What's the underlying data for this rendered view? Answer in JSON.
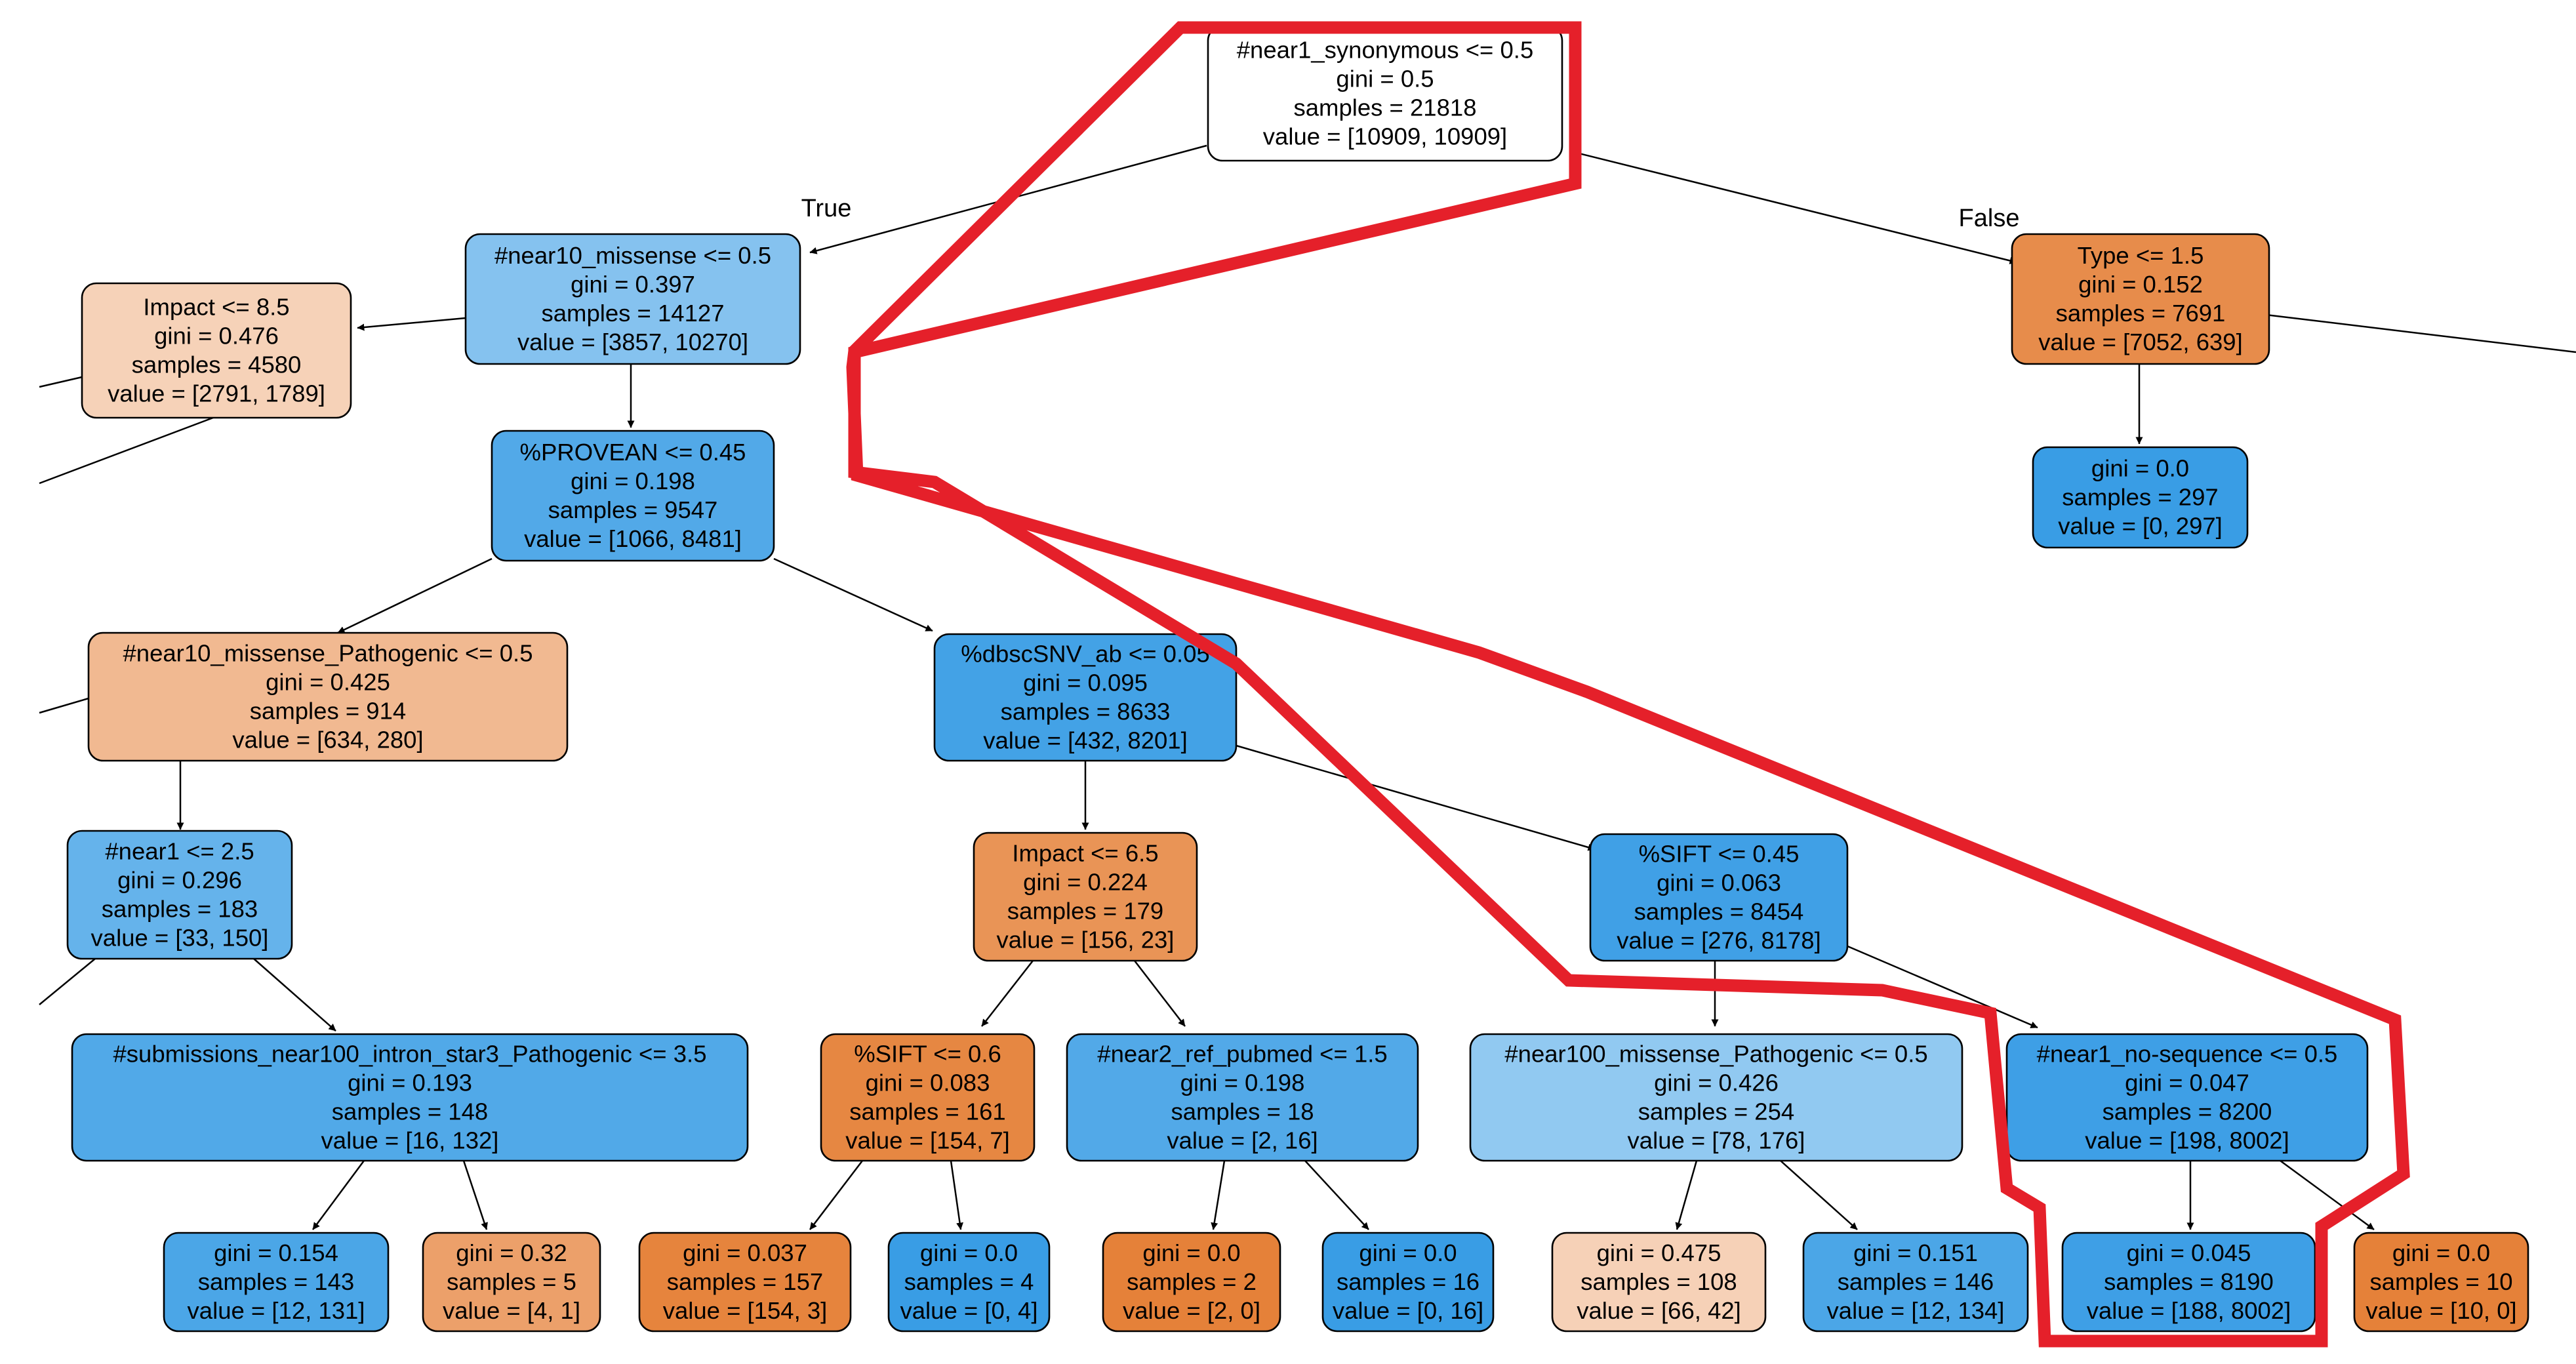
{
  "nodes": [
    {
      "id": "root",
      "lines": [
        "#near1_synonymous <= 0.5",
        "gini = 0.5",
        "samples = 21818",
        "value = [10909, 10909]"
      ],
      "fill": "#ffffff"
    },
    {
      "id": "n_near10_missense",
      "lines": [
        "#near10_missense <= 0.5",
        "gini = 0.397",
        "samples = 14127",
        "value = [3857, 10270]"
      ],
      "fill": "#85c2ef"
    },
    {
      "id": "n_type",
      "lines": [
        "Type <= 1.5",
        "gini = 0.152",
        "samples = 7691",
        "value = [7052, 639]"
      ],
      "fill": "#e78c4b"
    },
    {
      "id": "n_impact_85",
      "lines": [
        "Impact <= 8.5",
        "gini = 0.476",
        "samples = 4580",
        "value = [2791, 1789]"
      ],
      "fill": "#f6d2b8"
    },
    {
      "id": "n_provean",
      "lines": [
        "%PROVEAN <= 0.45",
        "gini = 0.198",
        "samples = 9547",
        "value = [1066, 8481]"
      ],
      "fill": "#52a9e8"
    },
    {
      "id": "n_type_leaf",
      "lines": [
        "gini = 0.0",
        "samples = 297",
        "value = [0, 297]"
      ],
      "fill": "#399de5"
    },
    {
      "id": "n_near10_missense_path",
      "lines": [
        "#near10_missense_Pathogenic <= 0.5",
        "gini = 0.425",
        "samples = 914",
        "value = [634, 280]"
      ],
      "fill": "#f1b991"
    },
    {
      "id": "n_dbscsnv",
      "lines": [
        "%dbscSNV_ab <= 0.05",
        "gini = 0.095",
        "samples = 8633",
        "value = [432, 8201]"
      ],
      "fill": "#43a2e6"
    },
    {
      "id": "n_near1",
      "lines": [
        "#near1 <= 2.5",
        "gini = 0.296",
        "samples = 183",
        "value = [33, 150]"
      ],
      "fill": "#65b3eb"
    },
    {
      "id": "n_impact_65",
      "lines": [
        "Impact <= 6.5",
        "gini = 0.224",
        "samples = 179",
        "value = [156, 23]"
      ],
      "fill": "#e99456"
    },
    {
      "id": "n_sift_045",
      "lines": [
        "%SIFT <= 0.45",
        "gini = 0.063",
        "samples = 8454",
        "value = [276, 8178]"
      ],
      "fill": "#40a0e6"
    },
    {
      "id": "n_submissions",
      "lines": [
        "#submissions_near100_intron_star3_Pathogenic <= 3.5",
        "gini = 0.193",
        "samples = 148",
        "value = [16, 132]"
      ],
      "fill": "#51a9e8"
    },
    {
      "id": "n_sift_06",
      "lines": [
        "%SIFT <= 0.6",
        "gini = 0.083",
        "samples = 161",
        "value = [154, 7]"
      ],
      "fill": "#e68742"
    },
    {
      "id": "n_near2_ref",
      "lines": [
        "#near2_ref_pubmed <= 1.5",
        "gini = 0.198",
        "samples = 18",
        "value = [2, 16]"
      ],
      "fill": "#52a9e8"
    },
    {
      "id": "n_near100_missense",
      "lines": [
        "#near100_missense_Pathogenic <= 0.5",
        "gini = 0.426",
        "samples = 254",
        "value = [78, 176]"
      ],
      "fill": "#91c9f1"
    },
    {
      "id": "n_near1_noseq",
      "lines": [
        "#near1_no-sequence <= 0.5",
        "gini = 0.047",
        "samples = 8200",
        "value = [198, 8002]"
      ],
      "fill": "#3e9fe6"
    },
    {
      "id": "leaf_1",
      "lines": [
        "gini = 0.154",
        "samples = 143",
        "value = [12, 131]"
      ],
      "fill": "#4ba6e7"
    },
    {
      "id": "leaf_2",
      "lines": [
        "gini = 0.32",
        "samples = 5",
        "value = [4, 1]"
      ],
      "fill": "#eca06a"
    },
    {
      "id": "leaf_3",
      "lines": [
        "gini = 0.037",
        "samples = 157",
        "value = [154, 3]"
      ],
      "fill": "#e6843d"
    },
    {
      "id": "leaf_4",
      "lines": [
        "gini = 0.0",
        "samples = 4",
        "value = [0, 4]"
      ],
      "fill": "#399de5"
    },
    {
      "id": "leaf_5",
      "lines": [
        "gini = 0.0",
        "samples = 2",
        "value = [2, 0]"
      ],
      "fill": "#e58139"
    },
    {
      "id": "leaf_6",
      "lines": [
        "gini = 0.0",
        "samples = 16",
        "value = [0, 16]"
      ],
      "fill": "#399de5"
    },
    {
      "id": "leaf_7",
      "lines": [
        "gini = 0.475",
        "samples = 108",
        "value = [66, 42]"
      ],
      "fill": "#f6d1b7"
    },
    {
      "id": "leaf_8",
      "lines": [
        "gini = 0.151",
        "samples = 146",
        "value = [12, 134]"
      ],
      "fill": "#4ba6e7"
    },
    {
      "id": "leaf_9",
      "lines": [
        "gini = 0.045",
        "samples = 8190",
        "value = [188, 8002]"
      ],
      "fill": "#3e9fe6"
    },
    {
      "id": "leaf_10",
      "lines": [
        "gini = 0.0",
        "samples = 10",
        "value = [10, 0]"
      ],
      "fill": "#e58139"
    }
  ],
  "edge_labels": {
    "true_label": "True",
    "false_label": "False"
  },
  "highlight_color": "#e5202a"
}
